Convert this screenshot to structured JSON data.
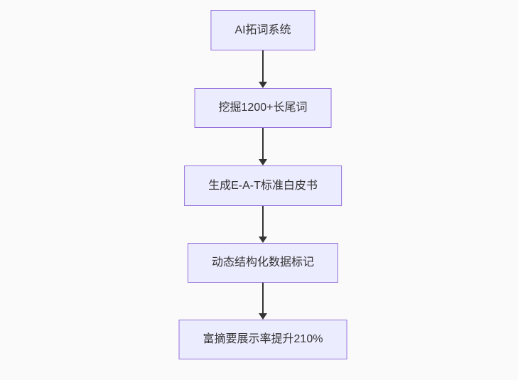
{
  "diagram": {
    "type": "flowchart-top-down",
    "nodes": [
      {
        "id": "step-1",
        "label": "AI拓词系统"
      },
      {
        "id": "step-2",
        "label": "挖掘1200+长尾词"
      },
      {
        "id": "step-3",
        "label": "生成E-A-T标准白皮书"
      },
      {
        "id": "step-4",
        "label": "动态结构化数据标记"
      },
      {
        "id": "step-5",
        "label": "富摘要展示率提升210%"
      }
    ],
    "edges": [
      {
        "from": "step-1",
        "to": "step-2"
      },
      {
        "from": "step-2",
        "to": "step-3"
      },
      {
        "from": "step-3",
        "to": "step-4"
      },
      {
        "from": "step-4",
        "to": "step-5"
      }
    ],
    "colors": {
      "background": "#fafafa",
      "node_fill": "#ececff",
      "node_border": "#9370db",
      "edge": "#333333",
      "text": "#333333"
    }
  }
}
